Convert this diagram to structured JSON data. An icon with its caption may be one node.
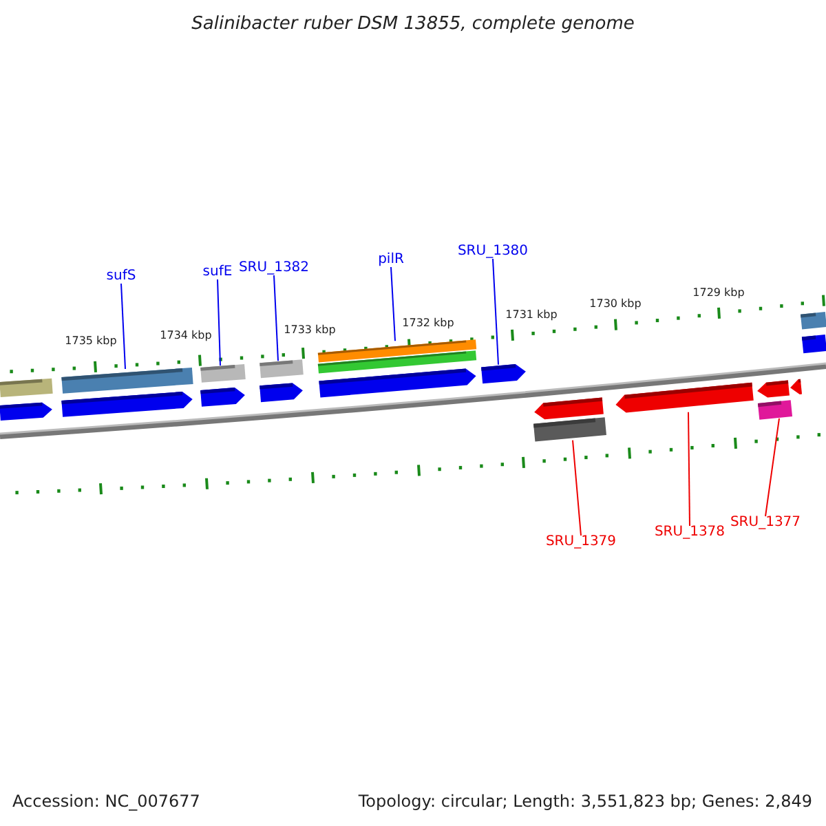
{
  "diagram": {
    "title": "Salinibacter ruber DSM 13855, complete genome",
    "nodes": [
      {
        "text": [
          "sufS"
        ]
      },
      {
        "text": [
          "sufE"
        ]
      },
      {
        "text": [
          "SRU_1382"
        ]
      },
      {
        "text": [
          "pilR"
        ]
      },
      {
        "text": [
          "SRU_1380"
        ]
      },
      {
        "text": [
          "SRU_1379"
        ]
      },
      {
        "text": [
          "SRU_1378"
        ]
      },
      {
        "text": [
          "SRU_1377"
        ]
      },
      {
        "text": [],
        "shape": "bar"
      },
      {
        "text": [],
        "shape": "arrow"
      },
      {
        "text": [],
        "shape": "bar"
      },
      {
        "text": [],
        "shape": "arrow"
      },
      {
        "text": [],
        "shape": "bar"
      },
      {
        "text": [],
        "shape": "arrow"
      },
      {
        "text": [],
        "shape": "bar"
      },
      {
        "text": [],
        "shape": "arrow"
      },
      {
        "text": [],
        "shape": "bar"
      },
      {
        "text": [],
        "shape": "bar"
      },
      {
        "text": [],
        "shape": "arrow"
      },
      {
        "text": [],
        "shape": "arrow"
      },
      {
        "text": [],
        "shape": "arrow"
      },
      {
        "text": [],
        "shape": "bar"
      },
      {
        "text": [],
        "shape": "arrow"
      },
      {
        "text": [],
        "shape": "arrow"
      },
      {
        "text": [],
        "shape": "bar"
      },
      {
        "text": [],
        "shape": "arrow"
      },
      {
        "text": [],
        "shape": "bar"
      },
      {
        "text": [],
        "shape": "bar"
      }
    ],
    "edges": [
      {
        "from": 0,
        "to": 10,
        "arrow": "none"
      },
      {
        "from": 1,
        "to": 12,
        "arrow": "none"
      },
      {
        "from": 2,
        "to": 14,
        "arrow": "none"
      },
      {
        "from": 3,
        "to": 16,
        "arrow": "none"
      },
      {
        "from": 4,
        "to": 19,
        "arrow": "none"
      },
      {
        "from": 5,
        "to": 21,
        "arrow": "none",
        "color": "#ee0000"
      },
      {
        "from": 6,
        "to": 22,
        "arrow": "none",
        "color": "#ee0000"
      },
      {
        "from": 7,
        "to": 24,
        "arrow": "none",
        "color": "#ee0000"
      }
    ],
    "labels": [
      "1729 kbp",
      "1730 kbp",
      "1731 kbp",
      "1732 kbp",
      "1733 kbp",
      "1734 kbp",
      "1735 kbp",
      "Accession: NC_007677",
      "Topology: circular; Length: 3,551,823 bp; Genes: 2,849"
    ]
  }
}
